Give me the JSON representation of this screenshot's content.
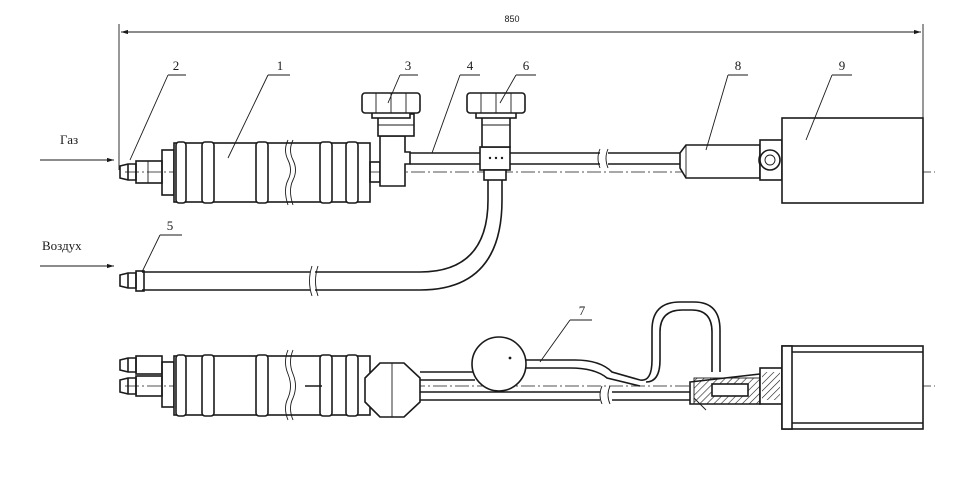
{
  "dimension": {
    "value": "850"
  },
  "inputs": [
    {
      "text": "Газ"
    },
    {
      "text": "Воздух"
    }
  ],
  "callouts": [
    "1",
    "2",
    "3",
    "4",
    "5",
    "6",
    "7",
    "8",
    "9"
  ]
}
